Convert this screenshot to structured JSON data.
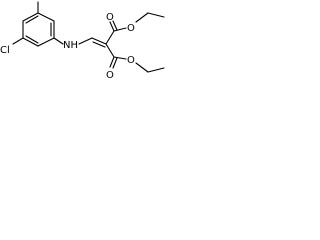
{
  "molecule": {
    "atom_labels": {
      "chlorine": "Cl",
      "amine": "NH",
      "ester_oxygen_a": "O",
      "ester_oxygen_b": "O",
      "carbonyl_oxygen_a": "O",
      "carbonyl_oxygen_b": "O"
    },
    "colors": {
      "bond": "#000000",
      "label": "#000000",
      "background": "#ffffff"
    }
  }
}
